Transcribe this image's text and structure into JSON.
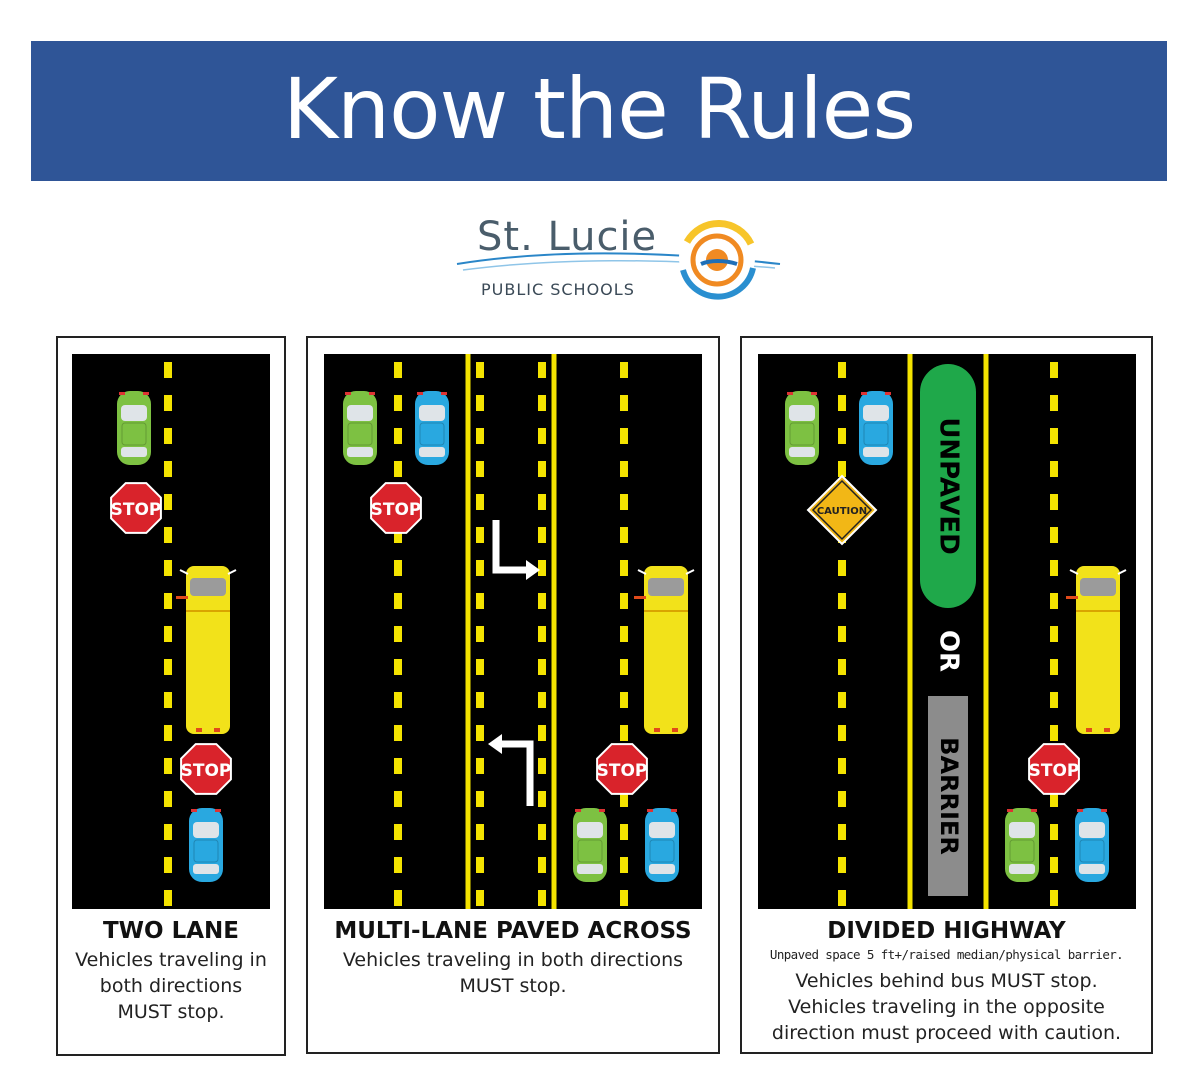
{
  "header": {
    "title": "Know the Rules"
  },
  "logo": {
    "name": "St. Lucie",
    "subtitle": "PUBLIC SCHOOLS"
  },
  "signs": {
    "stop": "STOP",
    "caution": "CAUTION"
  },
  "median": {
    "unpaved": "UNPAVED",
    "or": "OR",
    "barrier": "BARRIER"
  },
  "panels": [
    {
      "title": "TWO LANE",
      "lines": [
        "Vehicles traveling in",
        "both directions",
        "MUST stop."
      ]
    },
    {
      "title": "MULTI-LANE PAVED ACROSS",
      "lines": [
        "Vehicles traveling in both directions",
        "MUST stop."
      ]
    },
    {
      "title": "DIVIDED HIGHWAY",
      "note": "Unpaved space 5 ft+/raised median/physical barrier.",
      "lines": [
        "Vehicles behind bus MUST stop.",
        "Vehicles traveling in the opposite",
        "direction must proceed with caution."
      ]
    }
  ],
  "colors": {
    "banner": "#2f5597",
    "road": "#000000",
    "lane_marking": "#f4e300",
    "bus": "#f2e21a",
    "stop_sign": "#d9232b",
    "green_car": "#7dc142",
    "blue_car": "#29a8e0",
    "median_green": "#1fa84a",
    "barrier_gray": "#8c8c8c",
    "caution_sign": "#f2b716"
  }
}
